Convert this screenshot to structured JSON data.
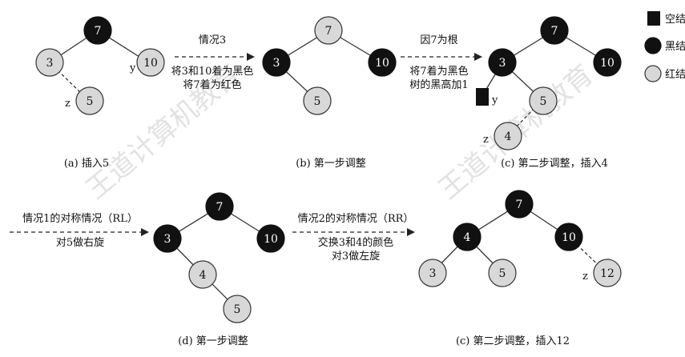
{
  "legend": {
    "null_label": "空结",
    "black_label": "黑结",
    "red_label": "红结"
  },
  "panels": {
    "a": {
      "caption": "(a) 插入5",
      "root": "7",
      "left": "3",
      "right": "10",
      "right_letter": "y",
      "new": "5",
      "new_letter": "z"
    },
    "b": {
      "caption": "(b) 第一步调整",
      "root": "7",
      "left": "3",
      "right": "10",
      "child": "5"
    },
    "c1": {
      "caption": "(c) 第二步调整，插入4",
      "root": "7",
      "left": "3",
      "right": "10",
      "child": "5",
      "null_letter": "y",
      "new": "4",
      "new_letter": "z"
    },
    "d": {
      "caption": "(d) 第一步调整",
      "root": "7",
      "left": "3",
      "right": "10",
      "mid": "4",
      "leaf": "5"
    },
    "c2": {
      "caption": "(c) 第二步调整，插入12",
      "root": "7",
      "left": "4",
      "right": "10",
      "ll": "3",
      "lr": "5",
      "new": "12",
      "new_letter": "z"
    }
  },
  "arrows": {
    "a_to_b": {
      "line1": "情况3",
      "line2": "将3和10着为黑色",
      "line3": "将7着为红色"
    },
    "b_to_c": {
      "line1": "因7为根",
      "line2": "将7着为黑色",
      "line3": "树的黑高加1"
    },
    "row2_left": {
      "line1": "情况1的对称情况（RL）",
      "line2": "对5做右旋"
    },
    "row2_mid": {
      "line1": "情况2的对称情况（RR）",
      "line2": "交换3和4的颜色",
      "line3": "对3做左旋"
    }
  },
  "watermark": "王道计算机教育"
}
